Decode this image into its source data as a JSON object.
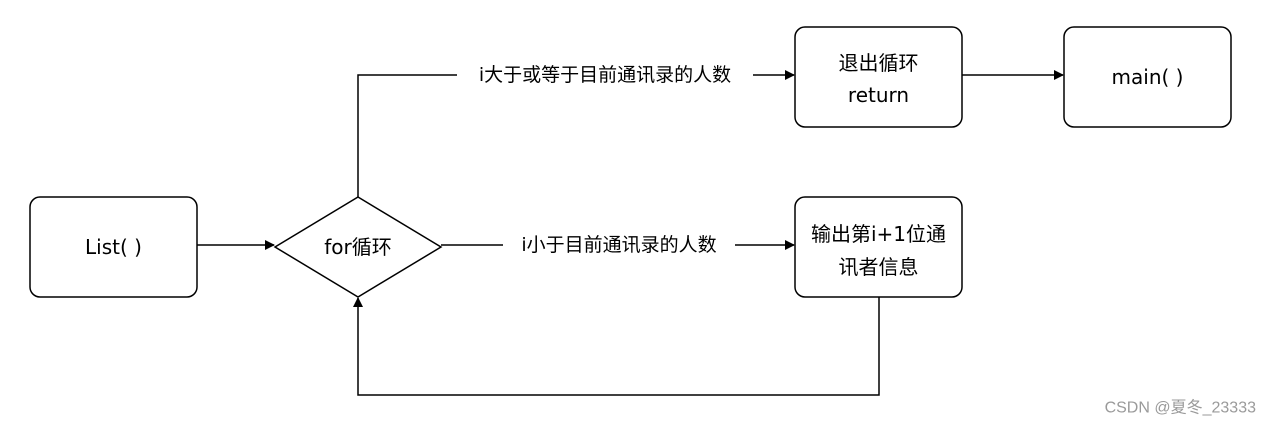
{
  "diagram": {
    "nodes": {
      "list": {
        "label": "List( )"
      },
      "loop": {
        "label": "for循环"
      },
      "exit": {
        "label_line1": "退出循环",
        "label_line2": "return"
      },
      "main": {
        "label": "main( )"
      },
      "output": {
        "label_line1": "输出第i+1位通",
        "label_line2": "讯者信息"
      }
    },
    "edges": {
      "loop_to_exit": {
        "label": "i大于或等于目前通讯录的人数"
      },
      "loop_to_output": {
        "label": "i小于目前通讯录的人数"
      }
    }
  },
  "watermark": {
    "text": "CSDN @夏冬_23333"
  },
  "colors": {
    "stroke": "#000000",
    "fill": "#ffffff",
    "text": "#000000",
    "watermark": "#9a9a9a"
  }
}
